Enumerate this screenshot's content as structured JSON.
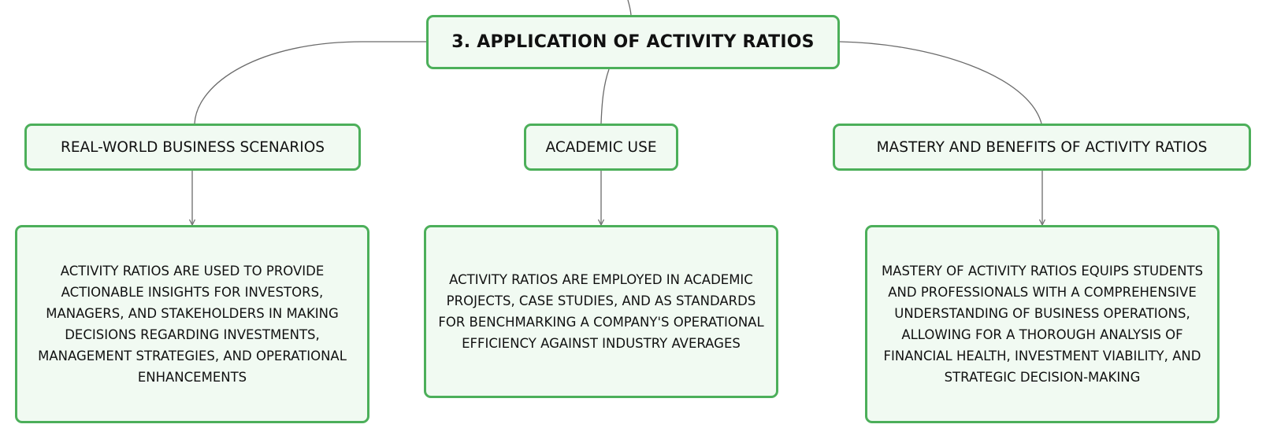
{
  "diagram": {
    "root": {
      "label": "3. APPLICATION OF ACTIVITY RATIOS"
    },
    "branches": [
      {
        "label": "REAL-WORLD BUSINESS SCENARIOS",
        "detail": "ACTIVITY RATIOS ARE USED TO PROVIDE ACTIONABLE INSIGHTS FOR INVESTORS, MANAGERS, AND STAKEHOLDERS IN MAKING DECISIONS REGARDING INVESTMENTS, MANAGEMENT STRATEGIES, AND OPERATIONAL ENHANCEMENTS"
      },
      {
        "label": "ACADEMIC USE",
        "detail": "ACTIVITY RATIOS ARE EMPLOYED IN ACADEMIC PROJECTS, CASE STUDIES, AND AS STANDARDS FOR BENCHMARKING A COMPANY'S OPERATIONAL EFFICIENCY AGAINST INDUSTRY AVERAGES"
      },
      {
        "label": "MASTERY AND BENEFITS OF ACTIVITY RATIOS",
        "detail": "MASTERY OF ACTIVITY RATIOS EQUIPS STUDENTS AND PROFESSIONALS WITH A COMPREHENSIVE UNDERSTANDING OF BUSINESS OPERATIONS, ALLOWING FOR A THOROUGH ANALYSIS OF FINANCIAL HEALTH, INVESTMENT VIABILITY, AND STRATEGIC DECISION-MAKING"
      }
    ]
  },
  "colors": {
    "node_border": "#4caf5a",
    "node_fill": "#f1faf2",
    "connector": "#6b6b6b",
    "text": "#111111"
  }
}
